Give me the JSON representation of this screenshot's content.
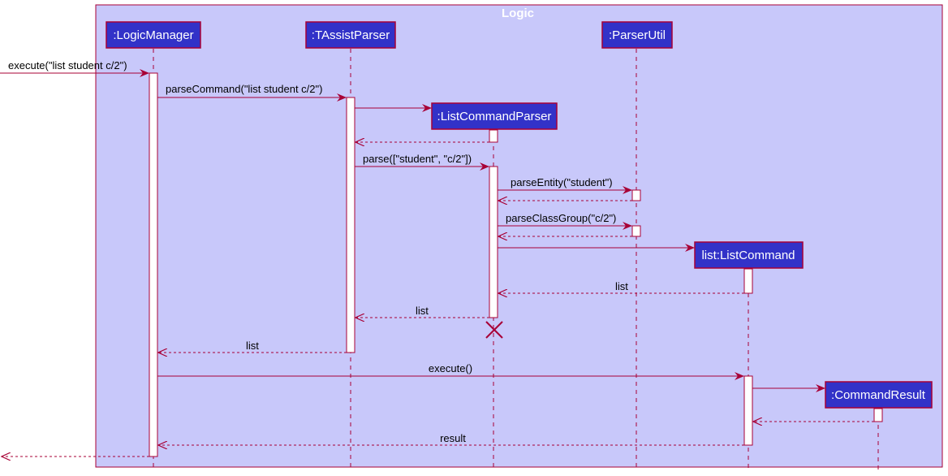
{
  "diagram": {
    "frame_title": "Logic",
    "colors": {
      "frame_fill": "#c8c8fa",
      "frame_stroke": "#a80036",
      "participant_fill": "#3232c8",
      "participant_stroke": "#a80036",
      "line": "#a80036",
      "activation_fill": "#ffffff"
    },
    "participants": [
      {
        "id": "logic_manager",
        "label": ":LogicManager"
      },
      {
        "id": "tassist_parser",
        "label": ":TAssistParser"
      },
      {
        "id": "list_command_parser",
        "label": ":ListCommandParser"
      },
      {
        "id": "parser_util",
        "label": ":ParserUtil"
      },
      {
        "id": "list_command",
        "label": "list:ListCommand"
      },
      {
        "id": "command_result",
        "label": ":CommandResult"
      }
    ],
    "messages": [
      {
        "id": "m1",
        "label": "execute(\"list student c/2\")",
        "kind": "call"
      },
      {
        "id": "m2",
        "label": "parseCommand(\"list student c/2\")",
        "kind": "call"
      },
      {
        "id": "m3",
        "label": "",
        "kind": "create"
      },
      {
        "id": "m4",
        "label": "",
        "kind": "return"
      },
      {
        "id": "m5",
        "label": "parse([\"student\", \"c/2\"])",
        "kind": "call"
      },
      {
        "id": "m6",
        "label": "parseEntity(\"student\")",
        "kind": "call"
      },
      {
        "id": "m7",
        "label": "",
        "kind": "return"
      },
      {
        "id": "m8",
        "label": "parseClassGroup(\"c/2\")",
        "kind": "call"
      },
      {
        "id": "m9",
        "label": "",
        "kind": "return"
      },
      {
        "id": "m10",
        "label": "",
        "kind": "create"
      },
      {
        "id": "m11",
        "label": "list",
        "kind": "return"
      },
      {
        "id": "m12",
        "label": "list",
        "kind": "return"
      },
      {
        "id": "m13",
        "label": "list",
        "kind": "return"
      },
      {
        "id": "m14",
        "label": "execute()",
        "kind": "call"
      },
      {
        "id": "m15",
        "label": "",
        "kind": "create"
      },
      {
        "id": "m16",
        "label": "",
        "kind": "return"
      },
      {
        "id": "m17",
        "label": "result",
        "kind": "return"
      },
      {
        "id": "m18",
        "label": "",
        "kind": "return"
      }
    ]
  }
}
